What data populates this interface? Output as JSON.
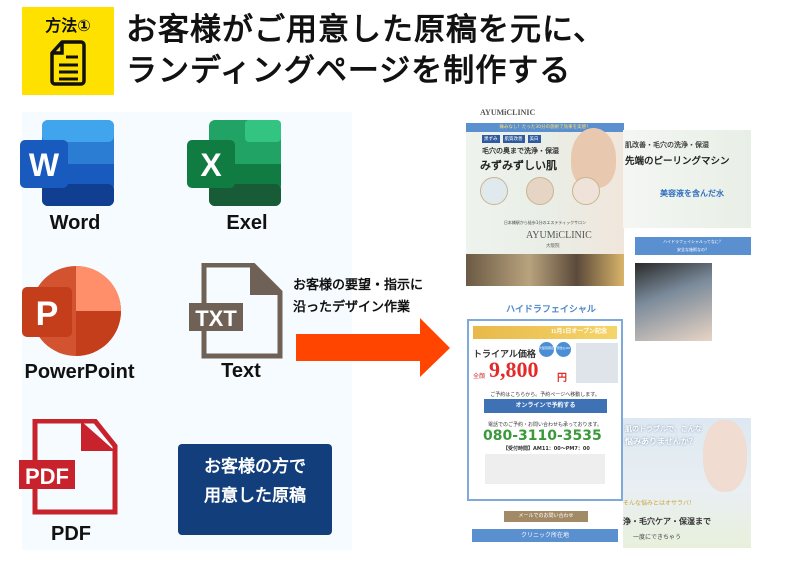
{
  "header": {
    "badge_label": "方法①",
    "badge_icon": "document-icon",
    "title_line1": "お客様がご用意した原稿を元に、",
    "title_line2": "ランディングページを制作する"
  },
  "sources": {
    "items": [
      {
        "label": "Word",
        "icon": "word-icon",
        "letter": "W",
        "color": "#185abd"
      },
      {
        "label": "Exel",
        "icon": "excel-icon",
        "letter": "X",
        "color": "#107c41"
      },
      {
        "label": "PowerPoint",
        "icon": "powerpoint-icon",
        "letter": "P",
        "color": "#c43e1c"
      },
      {
        "label": "Text",
        "icon": "txt-file-icon",
        "letter": "TXT",
        "color": "#6f6155"
      },
      {
        "label": "PDF",
        "icon": "pdf-file-icon",
        "letter": "PDF",
        "color": "#c8232c"
      }
    ],
    "box_line1": "お客様の方で",
    "box_line2": "用意した原稿"
  },
  "arrow": {
    "caption_line1": "お客様の要望・指示に",
    "caption_line2": "沿ったデザイン作業",
    "color": "#ff4500"
  },
  "landing_page": {
    "logo": "AYUMiCLINIC",
    "logo_sub": "大阪院",
    "banner": "痛みなし！たった30分の施術で効果を実感！",
    "tags": [
      "黒ずみ",
      "肌質改善",
      "美白"
    ],
    "hero_line1": "毛穴の奥まで洗浄・保湿",
    "hero_line2": "みずみずしい肌",
    "salon_tagline": "日本橋駅から徒歩1分のエステティックサロン",
    "hydra_title": "ハイドラフェイシャル",
    "open_banner": "11月1日オープン記念",
    "trial_label": "トライアル価格",
    "badges": [
      "大阪院限定",
      "男性もOK"
    ],
    "price_prefix": "全顔",
    "price": "9,800",
    "price_unit": "円",
    "reserve_note": "ご予約はこちらから。予約ページへ移動します。",
    "reserve_button": "オンラインで予約する",
    "phone_note": "電話でのご予約・お問い合わせも承っております。",
    "phone": "080-3110-3535",
    "hours": "【受付時間】AM11：00〜PM7：00",
    "mail_button": "メールでのお問い合わせ",
    "location_bar": "クリニック所在地",
    "right_heading": "先端のピーリングマシン",
    "right_sub": "肌改善・毛穴の洗浄・保湿",
    "serum_title": "美容液を含んだ水",
    "faq_line1": "ハイドラフェイシャルってなに？",
    "faq_line2": "安全な施術なの？",
    "trouble_line1": "肌のトラブルで、こんな",
    "trouble_line2": "悩みありませんか？",
    "solution_line1": "そんな悩みとはオサラバ！",
    "solution_line2": "浄・毛穴ケア・保湿まで",
    "solution_line3": "一度にできちゃう"
  }
}
